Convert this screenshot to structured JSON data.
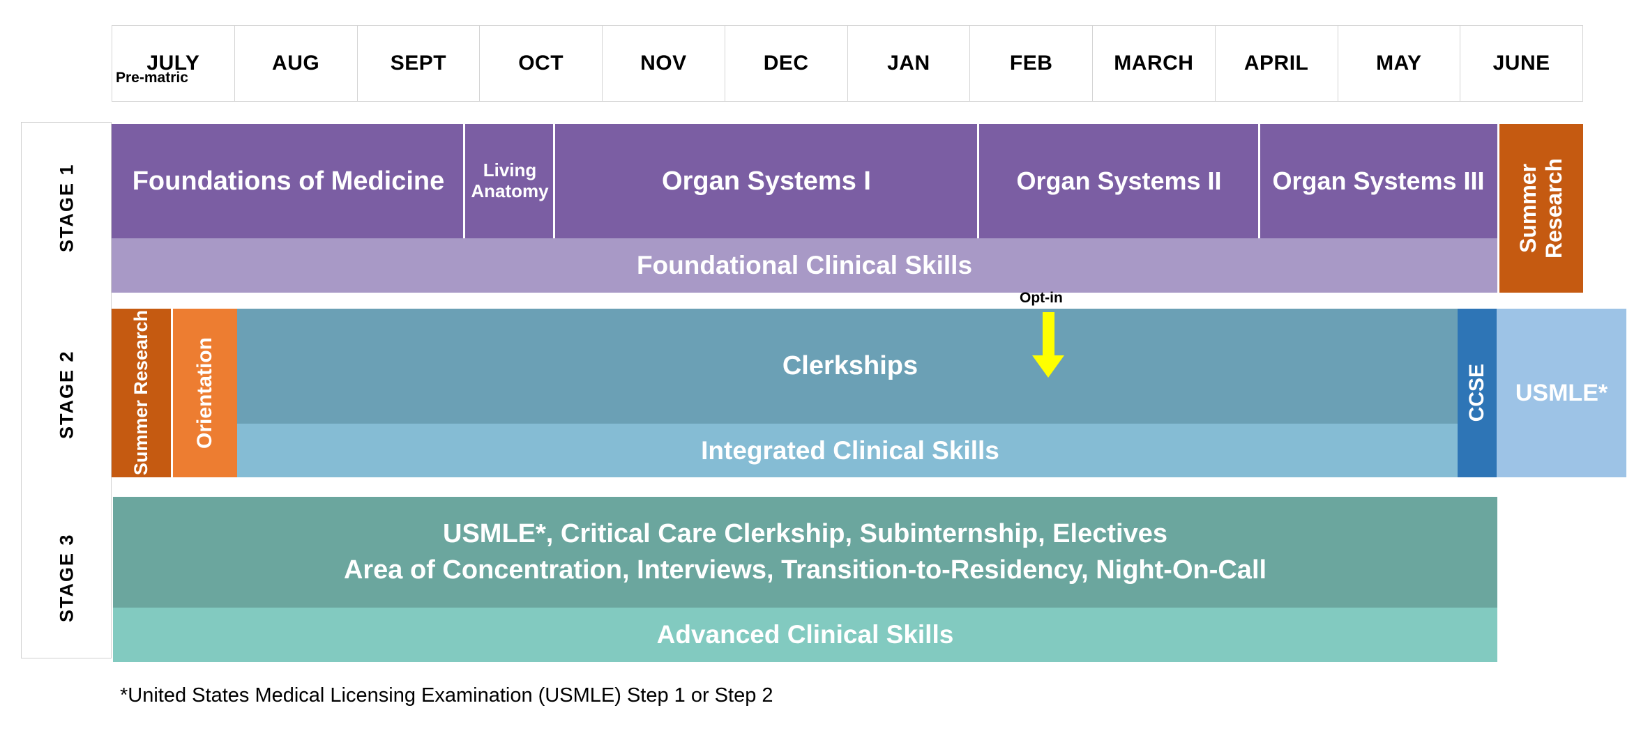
{
  "months": [
    "JULY",
    "AUG",
    "SEPT",
    "OCT",
    "NOV",
    "DEC",
    "JAN",
    "FEB",
    "MARCH",
    "APRIL",
    "MAY",
    "JUNE"
  ],
  "stages": [
    {
      "label": "STAGE 1"
    },
    {
      "label": "STAGE 2"
    },
    {
      "label": "STAGE 3"
    }
  ],
  "annotations": {
    "pre_matric": "Pre-matric",
    "opt_in": "Opt-in"
  },
  "stage1": {
    "blocks": [
      {
        "label": "Foundations of Medicine"
      },
      {
        "label": "Living Anatomy"
      },
      {
        "label": "Organ Systems I"
      },
      {
        "label": "Organ Systems II"
      },
      {
        "label": "Organ Systems III"
      },
      {
        "label": "Summer Research"
      }
    ],
    "skills": "Foundational Clinical Skills"
  },
  "stage2": {
    "blocks": [
      {
        "label": "Summer Research"
      },
      {
        "label": "Orientation"
      },
      {
        "label": "Clerkships"
      },
      {
        "label": "CCSE"
      },
      {
        "label": "USMLE*"
      }
    ],
    "skills": "Integrated Clinical Skills"
  },
  "stage3": {
    "line1": "USMLE*, Critical Care Clerkship, Subinternship, Electives",
    "line2": "Area of Concentration, Interviews, Transition-to-Residency, Night-On-Call",
    "skills": "Advanced Clinical Skills"
  },
  "footnote": "*United States Medical Licensing Examination (USMLE) Step 1 or Step 2",
  "colors": {
    "purple": "#7B5EA3",
    "purple_light": "#A899C6",
    "orange_dark": "#C55A11",
    "orange_light": "#ED7D31",
    "blue": "#6BA0B5",
    "blue_light": "#85BCD4",
    "blue_ccse": "#2E75B6",
    "blue_usmle": "#9DC3E6",
    "teal": "#6BA69E",
    "teal_light": "#82CAC0",
    "arrow_yellow": "#FFFF00",
    "grid": "#D4D4D4"
  }
}
